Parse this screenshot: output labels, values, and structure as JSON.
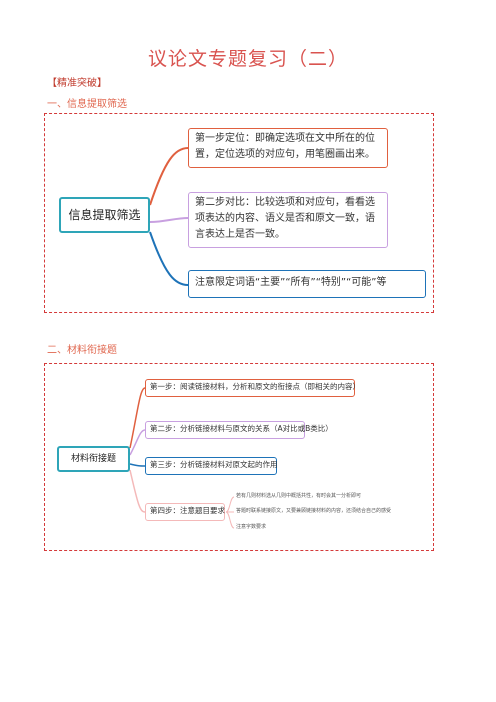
{
  "doc": {
    "title": "议论文专题复习（二）",
    "tag": "【精准突破】"
  },
  "section1": {
    "heading": "一、信息提取筛选",
    "root": "信息提取筛选",
    "branches": [
      "第一步定位：即确定选项在文中所在的位置，定位选项的对应句，用笔圈画出来。",
      "第二步对比：比较选项和对应句，看看选项表达的内容、语义是否和原文一致，语言表达上是否一致。",
      "注意限定词语“主要”“所有”“特别”“可能”等"
    ]
  },
  "section2": {
    "heading": "二、材料衔接题",
    "root": "材料衔接题",
    "branches": [
      "第一步：阅读链接材料，分析和原文的衔接点（即相关的内容）",
      "第二步：分析链接材料与原文的关系（A对比或B类比）",
      "第三步：分析链接材料对原文起的作用",
      "第四步：注意题目要求"
    ],
    "notes": [
      "若有几则材料选从几则中概括共性，有时会其一分析即可",
      "答题时联系链接原文，又要兼顾链接材料的内容，还须结合自己的感受",
      "注意字数要求"
    ]
  },
  "colors": {
    "title": "#d9534f",
    "frame": "#d43a3a",
    "root": "#2ea5b8",
    "branch_red": "#e0603f",
    "branch_lilac": "#c8a0e0",
    "branch_blue": "#1e73b8",
    "branch_pink": "#f4b9b9"
  }
}
